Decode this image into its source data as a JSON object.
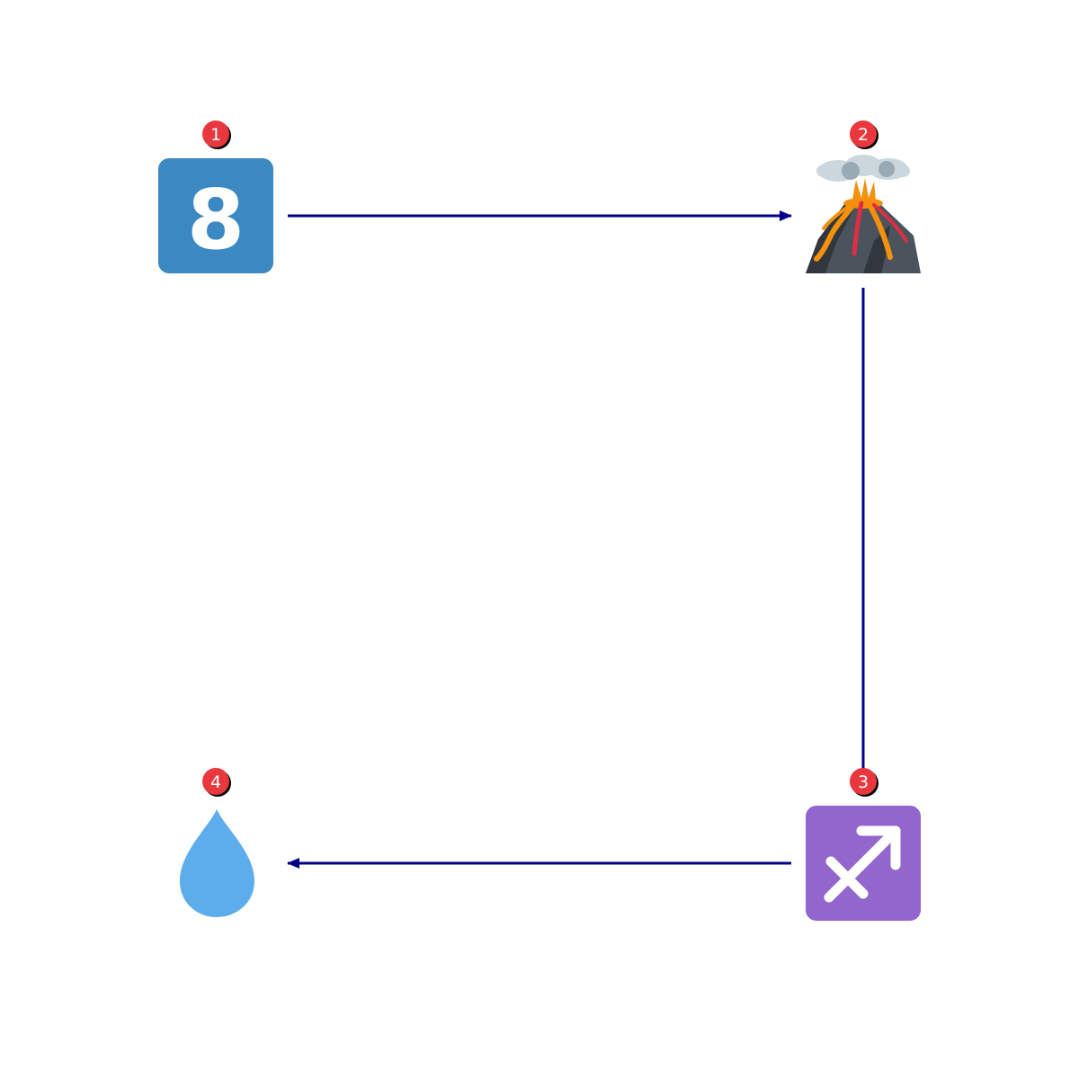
{
  "colors": {
    "background": "#ffffff",
    "connector": "#00008b",
    "badge_fill": "#e8383d",
    "badge_shadow": "#000000",
    "keycap_blue": "#3b88c3",
    "sign_purple": "#9266cc",
    "droplet_blue": "#5dadec",
    "volcano_rock": "#4b545d",
    "volcano_rock_dark": "#31373d",
    "lava_orange": "#f4900c",
    "lava_red": "#dd2e44",
    "smoke_gray": "#ccd6dd",
    "smoke_dark": "#99aab5"
  },
  "nodes": [
    {
      "id": "node-1",
      "step": "1",
      "icon": "keycap-digit-eight-icon",
      "glyph": "8"
    },
    {
      "id": "node-2",
      "step": "2",
      "icon": "volcano-icon"
    },
    {
      "id": "node-3",
      "step": "3",
      "icon": "sagittarius-icon"
    },
    {
      "id": "node-4",
      "step": "4",
      "icon": "droplet-icon"
    }
  ],
  "edges": [
    {
      "from": "1",
      "to": "2",
      "arrowhead": true
    },
    {
      "from": "2",
      "to": "3",
      "arrowhead": false
    },
    {
      "from": "3",
      "to": "4",
      "arrowhead": true
    }
  ]
}
